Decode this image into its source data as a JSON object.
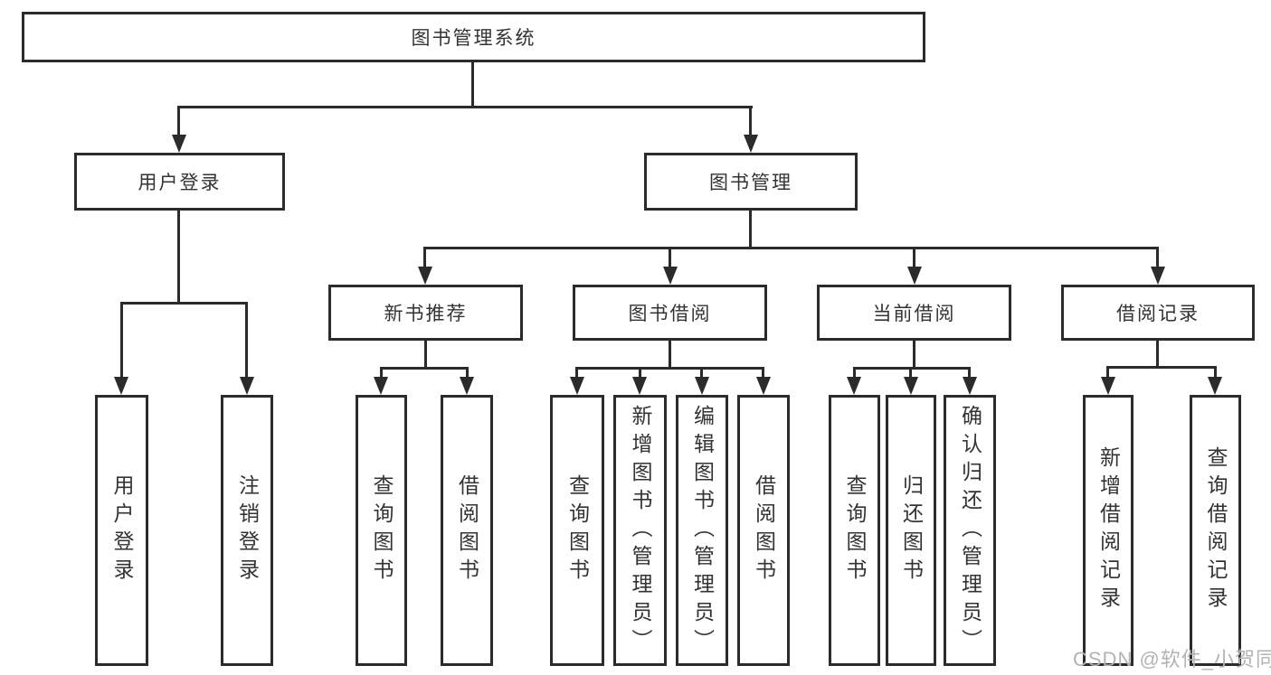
{
  "hierarchy": {
    "label": "图书管理系统",
    "children": [
      {
        "label": "用户登录",
        "children": [
          {
            "label": "用户登录"
          },
          {
            "label": "注销登录"
          }
        ]
      },
      {
        "label": "图书管理",
        "children": [
          {
            "label": "新书推荐",
            "children": [
              {
                "label": "查询图书"
              },
              {
                "label": "借阅图书"
              }
            ]
          },
          {
            "label": "图书借阅",
            "children": [
              {
                "label": "查询图书"
              },
              {
                "label": "新增图书（管理员）"
              },
              {
                "label": "编辑图书（管理员）"
              },
              {
                "label": "借阅图书"
              }
            ]
          },
          {
            "label": "当前借阅",
            "children": [
              {
                "label": "查询图书"
              },
              {
                "label": "归还图书"
              },
              {
                "label": "确认归还（管理员）"
              }
            ]
          },
          {
            "label": "借阅记录",
            "children": [
              {
                "label": "新增借阅记录"
              },
              {
                "label": "查询借阅记录"
              }
            ]
          }
        ]
      }
    ]
  },
  "watermark": {
    "text": "CSDN @软件_小贺同学"
  },
  "colors": {
    "line": "#2b2b2b",
    "box_border": "#2b2b2b",
    "box_fill": "#ffffff",
    "text": "#333333",
    "watermark": "#b3b3b3"
  }
}
